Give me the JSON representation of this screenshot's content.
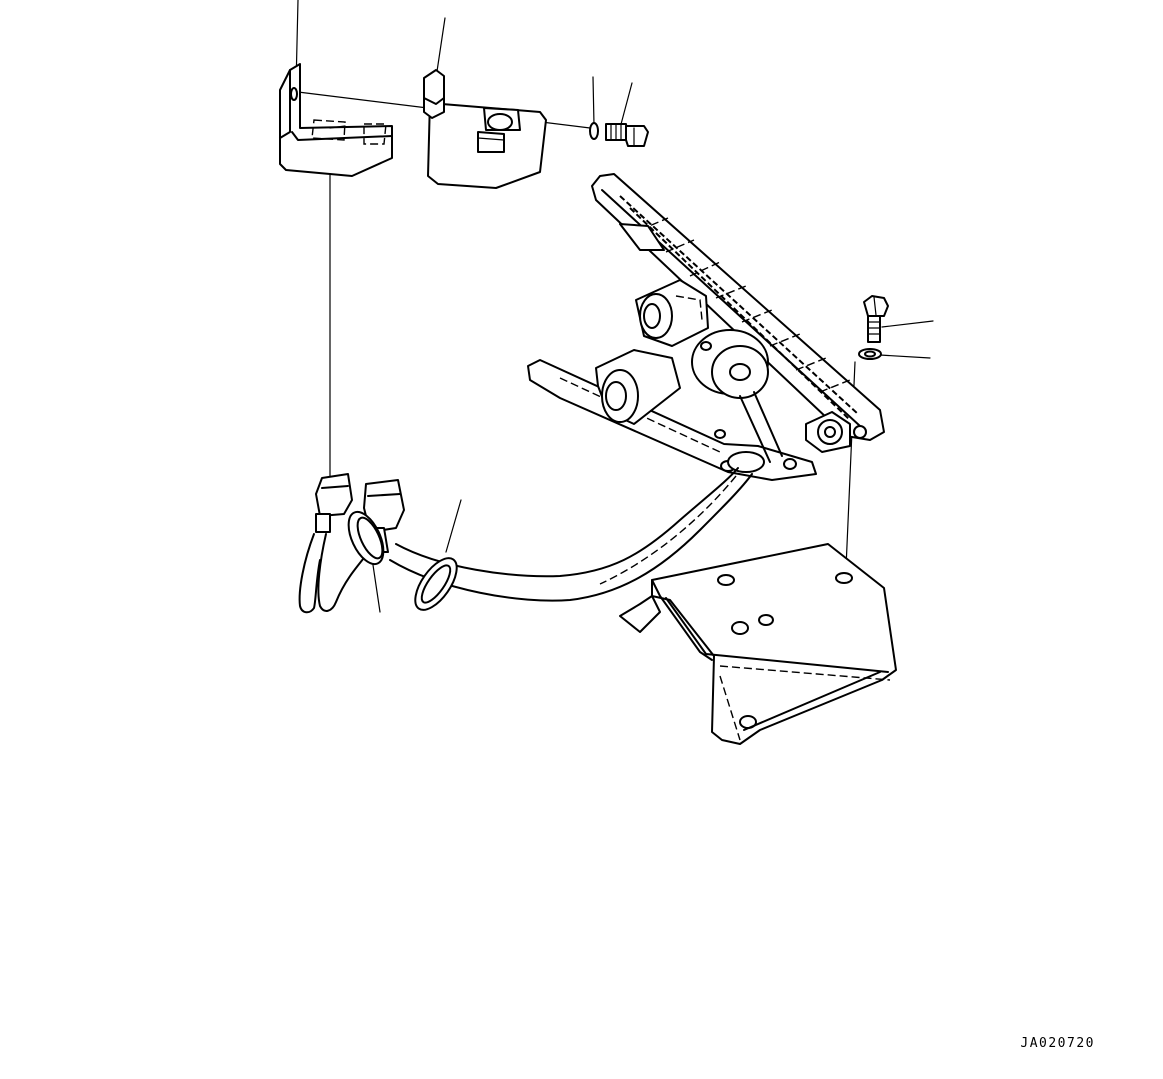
{
  "figure": {
    "drawing_code": "JA020720"
  },
  "parts": [
    {
      "name": "bracket",
      "icon": "bracket-icon"
    },
    {
      "name": "cover",
      "icon": "cover-icon"
    },
    {
      "name": "washer",
      "icon": "washer-icon"
    },
    {
      "name": "bolt",
      "icon": "bolt-icon"
    },
    {
      "name": "pedal-assembly",
      "icon": "pedal-icon"
    },
    {
      "name": "bolt",
      "icon": "bolt-icon"
    },
    {
      "name": "washer",
      "icon": "washer-icon"
    },
    {
      "name": "connector",
      "icon": "connector-icon"
    },
    {
      "name": "grommet",
      "icon": "grommet-icon"
    },
    {
      "name": "clamp",
      "icon": "clamp-icon"
    },
    {
      "name": "mounting-plate",
      "icon": "plate-icon"
    }
  ]
}
